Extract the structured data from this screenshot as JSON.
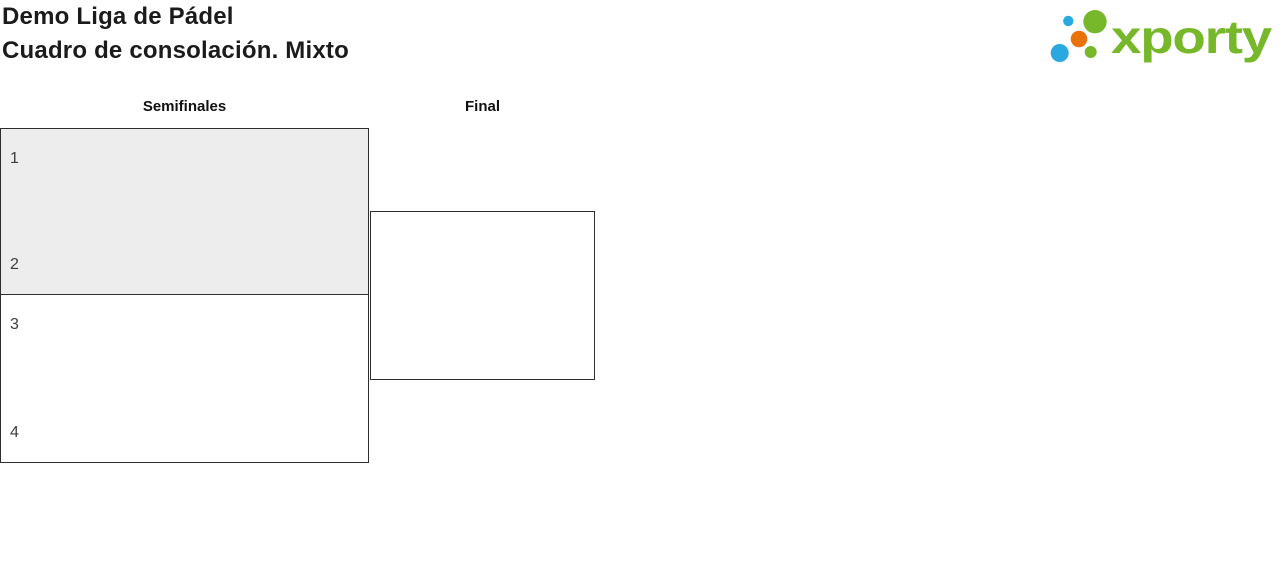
{
  "header": {
    "title_line1": "Demo Liga de Pádel",
    "title_line2": "Cuadro de consolación. Mixto"
  },
  "logo": {
    "text": "xporty",
    "colors": {
      "green": "#76b82a",
      "blue": "#29a9e0",
      "orange": "#e8730a"
    }
  },
  "bracket": {
    "rounds": [
      {
        "label": "Semifinales"
      },
      {
        "label": "Final"
      }
    ],
    "matches": [
      {
        "round": "Semifinales",
        "highlighted": true,
        "slots": [
          {
            "seed": "1"
          },
          {
            "seed": "2"
          }
        ]
      },
      {
        "round": "Semifinales",
        "highlighted": false,
        "slots": [
          {
            "seed": "3"
          },
          {
            "seed": "4"
          }
        ]
      },
      {
        "round": "Final",
        "highlighted": false,
        "slots": [
          {
            "seed": ""
          },
          {
            "seed": ""
          }
        ]
      }
    ],
    "colors": {
      "border": "#2e2e2e",
      "highlight_bg": "#ededed",
      "box_bg": "#ffffff"
    }
  }
}
